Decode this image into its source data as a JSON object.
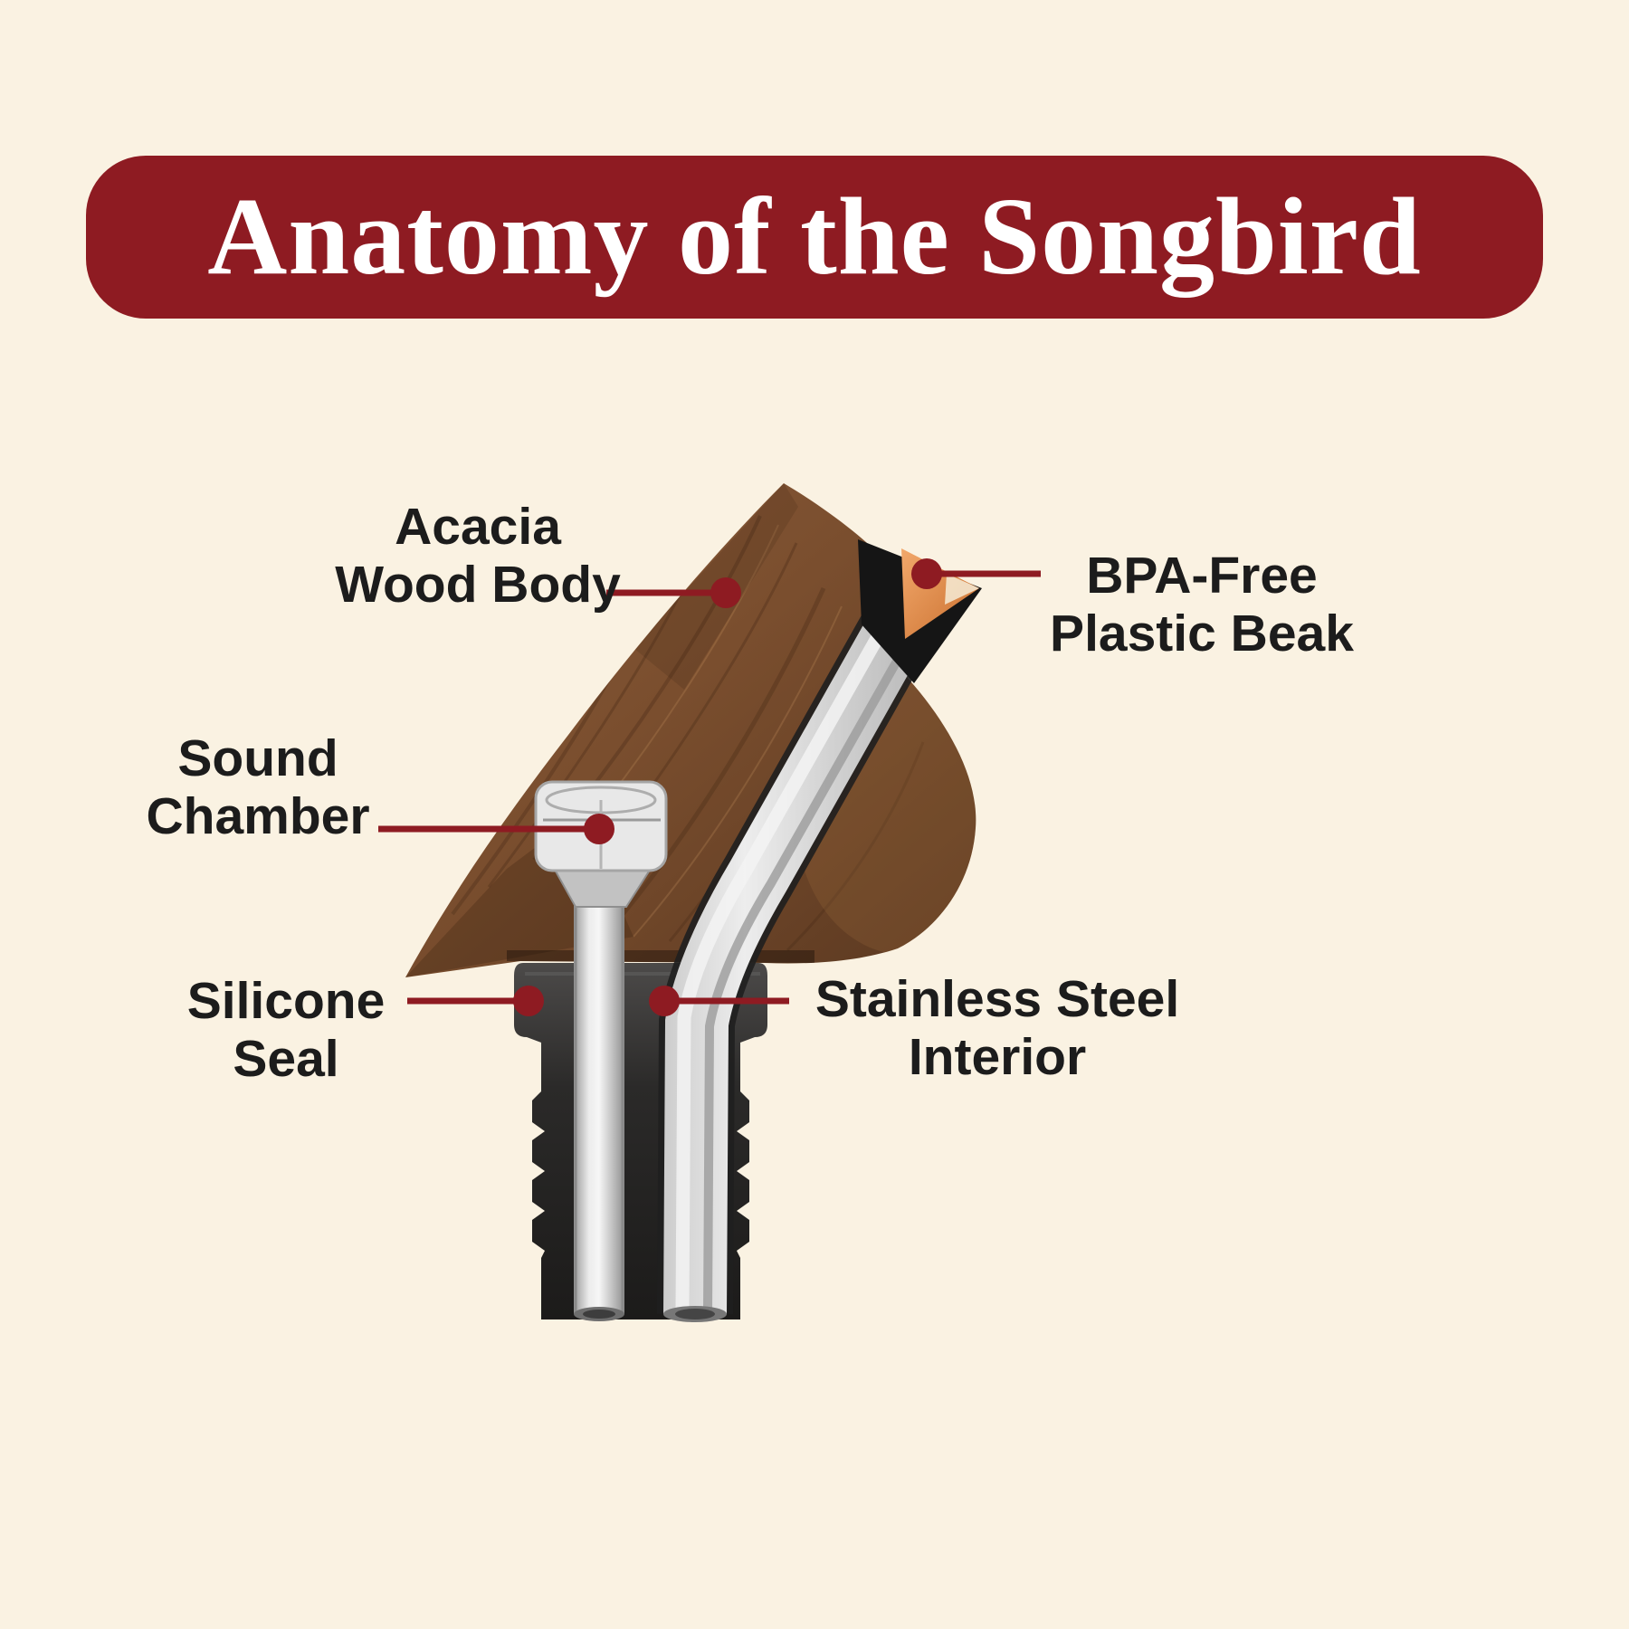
{
  "title": "Anatomy of the Songbird",
  "labels": {
    "wood": "Acacia\nWood Body",
    "beak": "BPA-Free\nPlastic Beak",
    "chamber": "Sound\nChamber",
    "seal": "Silicone\nSeal",
    "steel": "Stainless Steel\nInterior"
  },
  "colors": {
    "background": "#FAF2E2",
    "banner": "#8E1B22",
    "leader": "#8E1B22",
    "title_text": "#FFFFFF",
    "label_text": "#1C1C1C",
    "wood": "#7B5134",
    "steel": "#D7D7D7",
    "copper": "#E0894B",
    "silicone": "#2E2D2C"
  }
}
